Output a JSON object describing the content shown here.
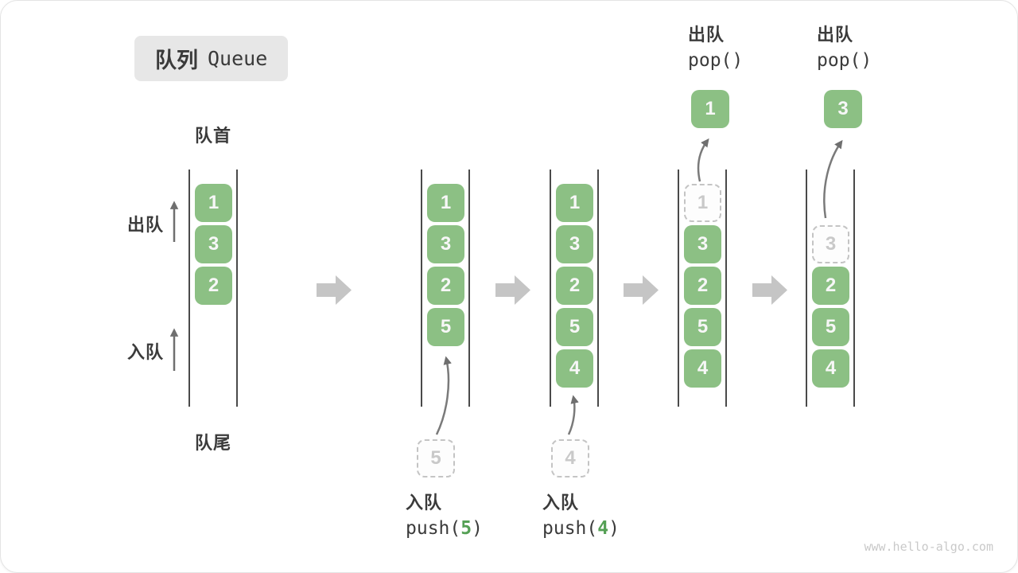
{
  "title": {
    "zh": "队列",
    "en": "Queue"
  },
  "labels": {
    "front": "队首",
    "rear": "队尾",
    "dequeue": "出队",
    "enqueue": "入队"
  },
  "watermark": "www.hello-algo.com",
  "colors": {
    "cell_green": "#8cc084",
    "accent_green": "#55a055",
    "line_dark": "#4a4a4a",
    "block_arrow_gray": "#c5c5c5",
    "ghost_gray": "#c9c9c9"
  },
  "states": [
    {
      "cells": [
        "1",
        "3",
        "2"
      ]
    },
    {
      "cells": [
        "1",
        "3",
        "2",
        "5"
      ],
      "pending": "5",
      "op": {
        "action": "入队",
        "fn_open": "push(",
        "arg": "5",
        "fn_close": ")"
      }
    },
    {
      "cells": [
        "1",
        "3",
        "2",
        "5",
        "4"
      ],
      "pending": "4",
      "op": {
        "action": "入队",
        "fn_open": "push(",
        "arg": "4",
        "fn_close": ")"
      }
    },
    {
      "ghost": "1",
      "cells": [
        "3",
        "2",
        "5",
        "4"
      ],
      "popped": "1",
      "op": {
        "action": "出队",
        "fn": "pop()"
      }
    },
    {
      "ghost": "3",
      "cells": [
        "2",
        "5",
        "4"
      ],
      "popped": "3",
      "op": {
        "action": "出队",
        "fn": "pop()"
      }
    }
  ]
}
